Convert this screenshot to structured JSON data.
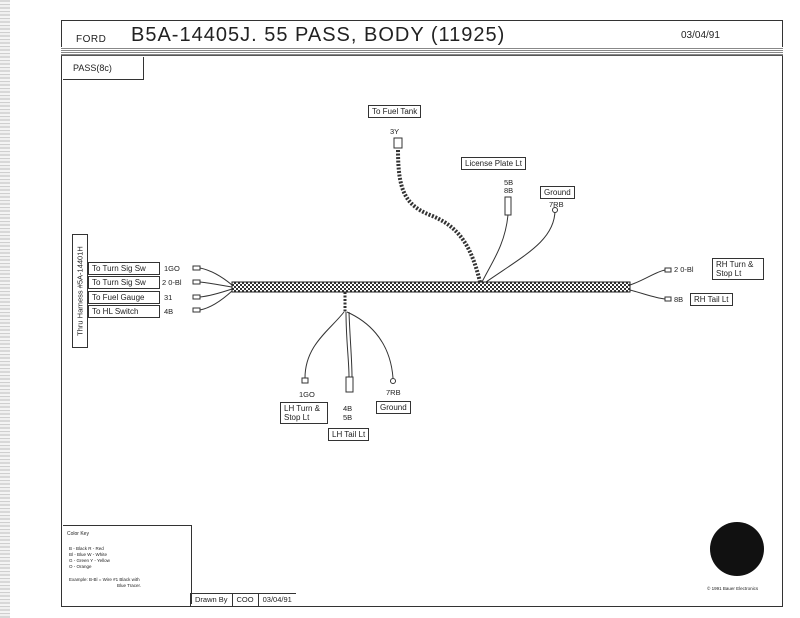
{
  "header": {
    "make": "FORD",
    "title": "B5A-14405J. 55 PASS, BODY (11925)",
    "date": "03/04/91"
  },
  "pass_label": "PASS(8c)",
  "through_harness": "Thru Harness #5A-14401H",
  "left_connectors": [
    {
      "label": "To Turn Sig Sw",
      "code": "1GO"
    },
    {
      "label": "To Turn Sig Sw",
      "code": "2 0-Bl"
    },
    {
      "label": "To Fuel Gauge",
      "code": "31"
    },
    {
      "label": "To HL Switch",
      "code": "4B"
    }
  ],
  "right_connectors": [
    {
      "label": "RH Turn & Stop Lt",
      "code": "2 0-Bl"
    },
    {
      "label": "RH Tail Lt",
      "code": "8B"
    }
  ],
  "top_connectors": [
    {
      "label": "To Fuel Tank",
      "code": "3Y"
    },
    {
      "label": "License Plate Lt",
      "code_line1": "5B",
      "code_line2": "8B"
    },
    {
      "label": "Ground",
      "code": "7RB"
    }
  ],
  "bottom_connectors": [
    {
      "label": "LH Turn & Stop Lt",
      "code": "1GO"
    },
    {
      "label": "LH Tail Lt",
      "code_line1": "4B",
      "code_line2": "5B"
    },
    {
      "label": "Ground",
      "code": "7RB"
    }
  ],
  "color_key": {
    "title": "Color Key",
    "lines": [
      "B - Black    R - Red",
      "Bl - Blue    W - White",
      "G - Green    Y - Yellow",
      "O - Orange"
    ],
    "example_line1": "Example: B-Bl = Wire #1 Black with",
    "example_line2": "Blue Tracer."
  },
  "drawn_by": {
    "label": "Drawn By",
    "initials": "COO",
    "date": "03/04/91"
  },
  "copyright": "© 1991 Bauer Electronics"
}
